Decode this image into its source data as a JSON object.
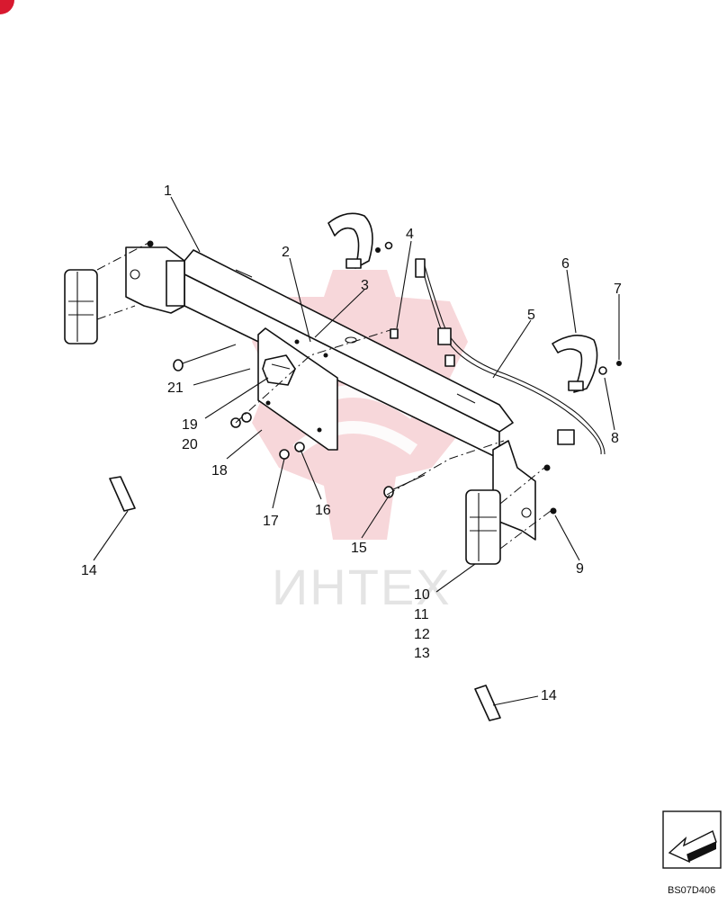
{
  "watermark": {
    "text": "ИНТЕХ"
  },
  "callouts": {
    "c1": "1",
    "c2": "2",
    "c3": "3",
    "c4": "4",
    "c5": "5",
    "c6": "6",
    "c7": "7",
    "c8": "8",
    "c9": "9",
    "c10": "10",
    "c11": "11",
    "c12": "12",
    "c13": "13",
    "c14a": "14",
    "c14b": "14",
    "c15": "15",
    "c16": "16",
    "c17": "17",
    "c18": "18",
    "c19": "19",
    "c20": "20",
    "c21": "21"
  },
  "drawing_code": "BS07D406",
  "colors": {
    "watermark_red": "#f2b8bc",
    "corner_badge": "#d8192f",
    "line": "#111111"
  },
  "icons": {
    "corner": "corner-badge-icon",
    "navigation": "arrow-next-icon"
  }
}
